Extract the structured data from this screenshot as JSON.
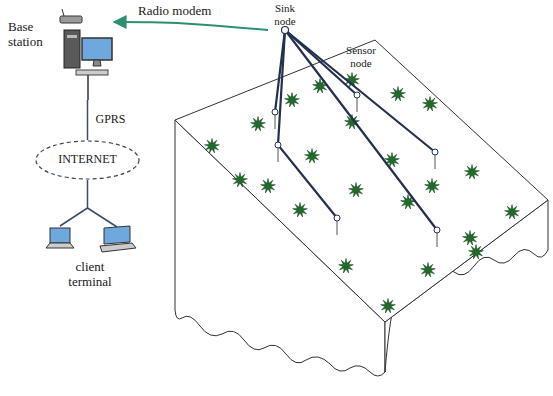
{
  "diagram": {
    "nodes": [
      {
        "text": [
          "Base station"
        ]
      },
      {
        "text": [
          "INTERNET"
        ]
      },
      {
        "text": [
          "client terminal"
        ]
      },
      {
        "text": [
          "Sink node"
        ]
      }
    ],
    "edges": [
      {
        "from": 3,
        "to": 0,
        "arrow": "to",
        "label": "Radio modem"
      },
      {
        "from": 0,
        "to": 1,
        "arrow": "none",
        "label": "GPRS"
      },
      {
        "from": 1,
        "to": 2,
        "arrow": "none"
      }
    ],
    "labels": [
      "Sensor node"
    ]
  }
}
